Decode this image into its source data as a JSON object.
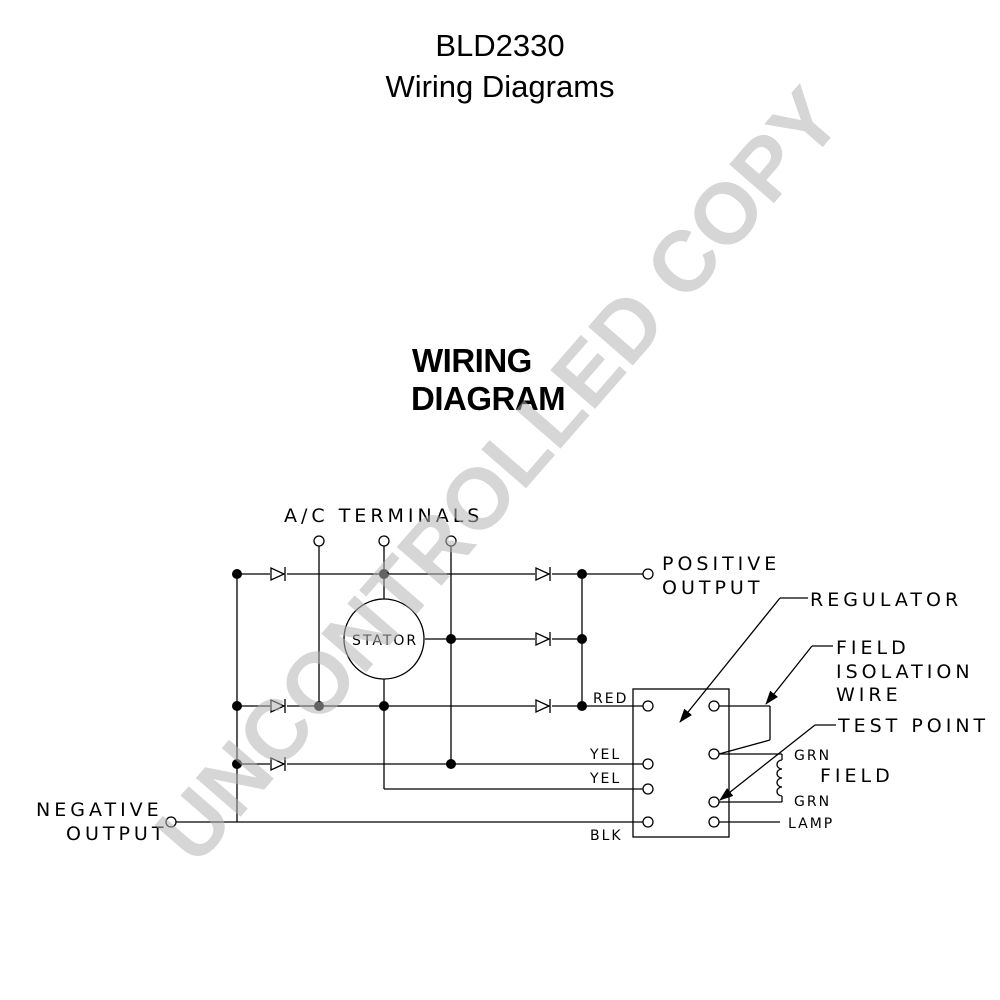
{
  "header": {
    "title_line1": "BLD2330",
    "title_line2": "Wiring Diagrams"
  },
  "subheading": {
    "line1": "WIRING",
    "line2": "DIAGRAM"
  },
  "diagram": {
    "ac_terminals": "A/C TERMINALS",
    "stator": "STATOR",
    "positive_output_1": "POSITIVE",
    "positive_output_2": "OUTPUT",
    "negative_output_1": "NEGATIVE",
    "negative_output_2": "OUTPUT",
    "regulator": "REGULATOR",
    "field_isolation_1": "FIELD",
    "field_isolation_2": "ISOLATION",
    "field_isolation_3": "WIRE",
    "test_point": "TEST POINT",
    "field": "FIELD",
    "wire_red": "RED",
    "wire_yel_1": "YEL",
    "wire_yel_2": "YEL",
    "wire_blk": "BLK",
    "wire_grn_1": "GRN",
    "wire_grn_2": "GRN",
    "lamp": "LAMP"
  },
  "watermark": "UNCONTROLLED COPY"
}
